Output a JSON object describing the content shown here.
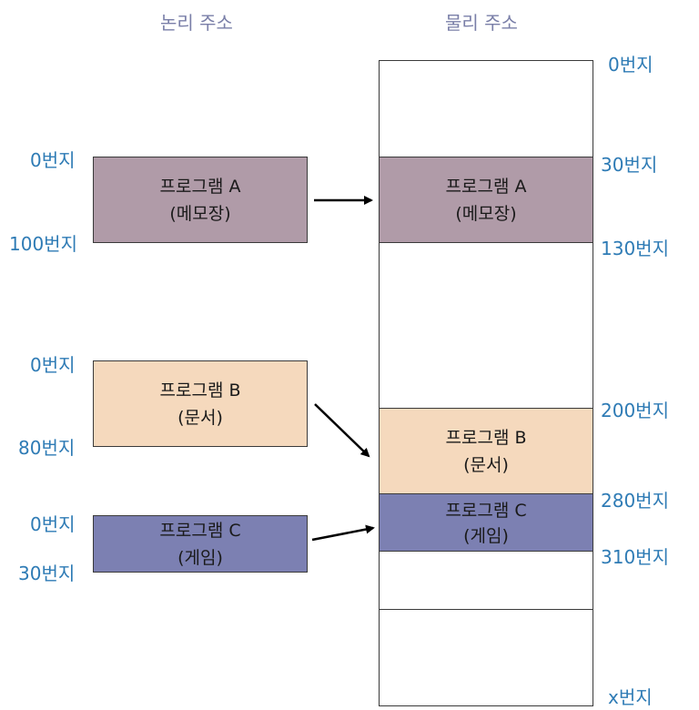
{
  "headers": {
    "logical": "논리 주소",
    "physical": "물리 주소"
  },
  "logical_labels": {
    "a_start": "0번지",
    "a_end": "100번지",
    "b_start": "0번지",
    "b_end": "80번지",
    "c_start": "0번지",
    "c_end": "30번지"
  },
  "physical_labels": {
    "p0": "0번지",
    "p30": "30번지",
    "p130": "130번지",
    "p200": "200번지",
    "p280": "280번지",
    "p310": "310번지",
    "px": "x번지"
  },
  "programs": {
    "a": {
      "title": "프로그램 A",
      "sub": "(메모장)",
      "color": "#b09ba8"
    },
    "b": {
      "title": "프로그램 B",
      "sub": "(문서)",
      "color": "#f5d9bd"
    },
    "c": {
      "title": "프로그램 C",
      "sub": "(게임)",
      "color": "#7c80b2"
    }
  }
}
